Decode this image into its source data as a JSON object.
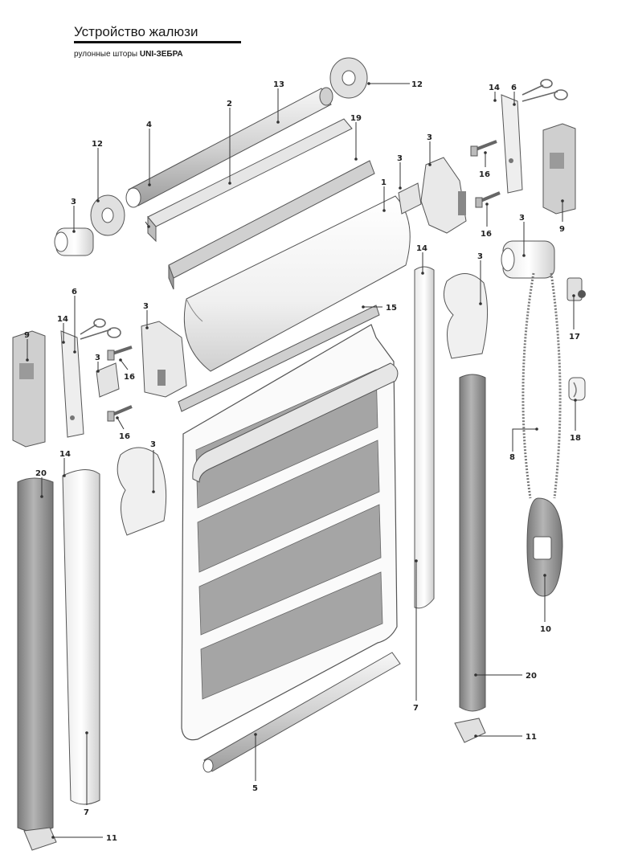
{
  "title": "Устройство жалюзи",
  "subtitle": {
    "prefix": "рулонные шторы",
    "model": "UNI-ЗЕБРА"
  },
  "colors": {
    "outline": "#555555",
    "part_light": "#f2f2f2",
    "part_mid": "#d9d9d9",
    "part_dark": "#9a9a9a",
    "fabric_stripe": "#a5a5a5",
    "leader": "#333333"
  },
  "callouts": [
    "13",
    "2",
    "4",
    "12",
    "12",
    "19",
    "3",
    "3",
    "14",
    "6",
    "16",
    "16",
    "9",
    "3",
    "3",
    "1",
    "14",
    "3",
    "17",
    "14",
    "6",
    "9",
    "3",
    "15",
    "3",
    "16",
    "16",
    "18",
    "8",
    "3",
    "14",
    "20",
    "10",
    "20",
    "7",
    "5",
    "11",
    "7",
    "11"
  ]
}
